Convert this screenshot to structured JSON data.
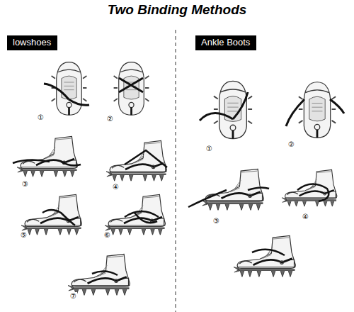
{
  "diagram": {
    "title": "Two Binding Methods",
    "nodes": [
      {
        "text": [
          "lowshoes"
        ]
      },
      {
        "text": [
          "Ankle Boots"
        ]
      }
    ],
    "labels": [
      "①",
      "②",
      "③",
      "④",
      "⑤",
      "⑥",
      "⑦",
      "①",
      "②",
      "③",
      "④"
    ]
  }
}
